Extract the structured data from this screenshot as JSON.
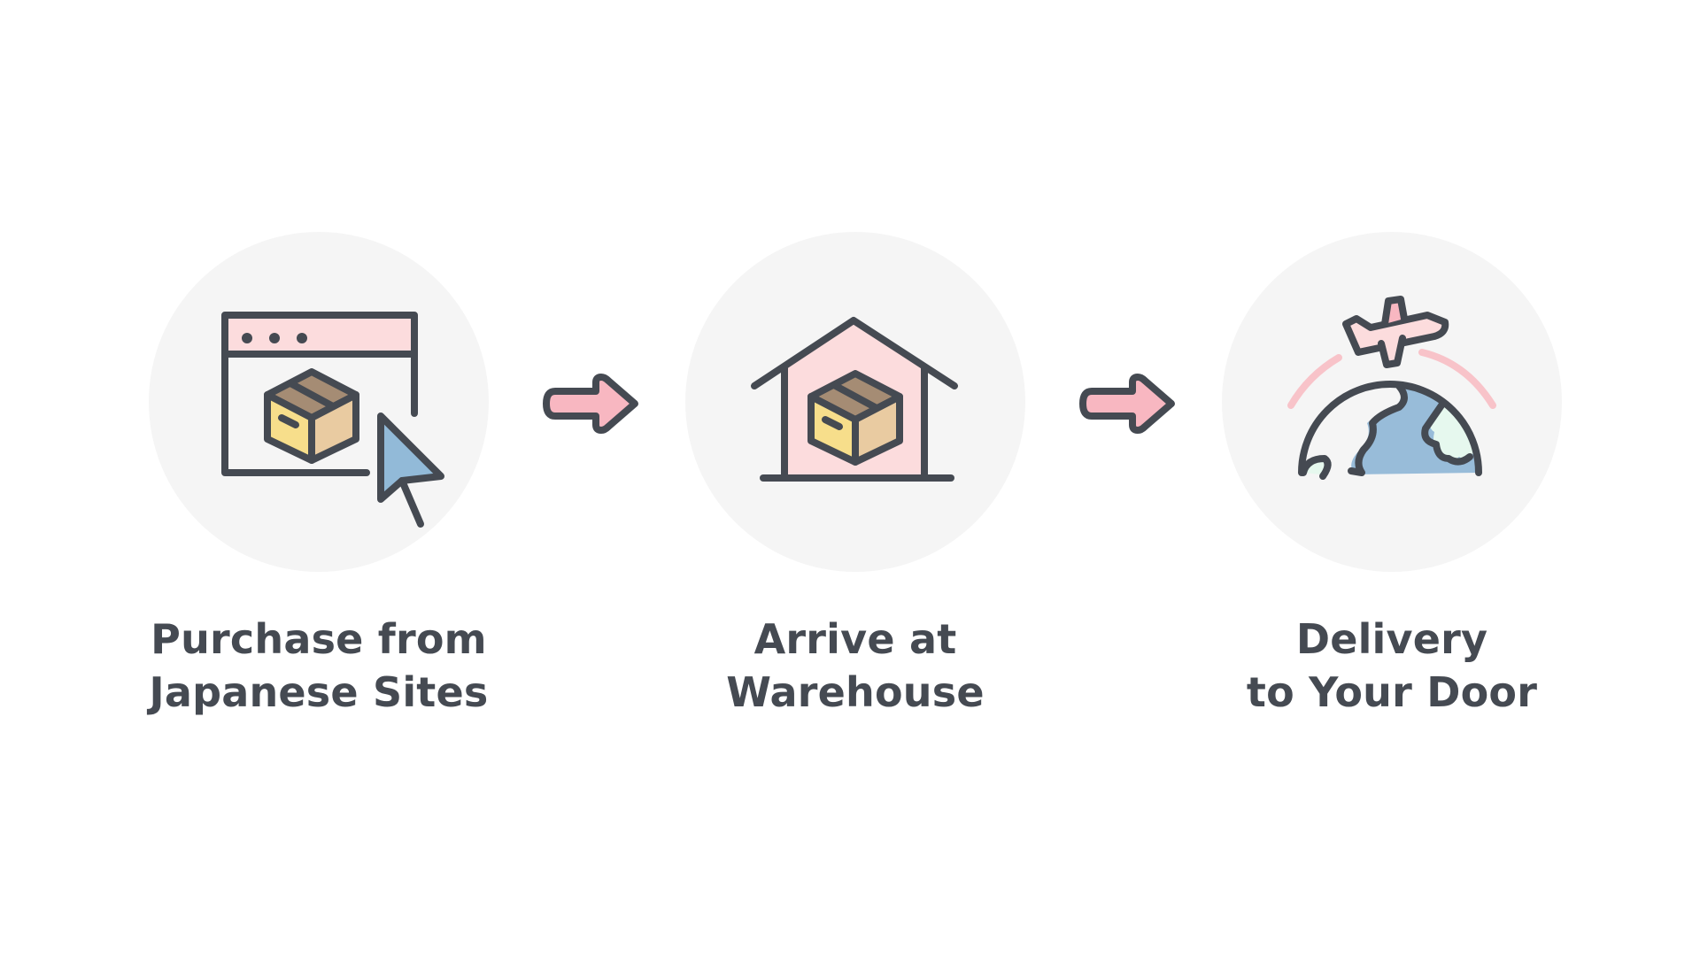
{
  "steps": [
    {
      "line1": "Purchase from",
      "line2": "Japanese Sites",
      "icon": "browser-package-icon"
    },
    {
      "line1": "Arrive at",
      "line2": "Warehouse",
      "icon": "warehouse-icon"
    },
    {
      "line1": "Delivery",
      "line2": "to Your Door",
      "icon": "globe-airplane-icon"
    }
  ],
  "colors": {
    "stroke": "#454a52",
    "circle": "#f5f5f5",
    "pink": "#fcdcdd",
    "arrow_pink": "#f8b7c1",
    "box_tan": "#e9cba1",
    "box_yellow": "#f7de8b",
    "box_top": "#a58c74",
    "cursor_blue": "#92bad8",
    "globe_blue": "#98bcd9",
    "land_green": "#e6f8ee",
    "arc_pink": "#f8c3c9"
  }
}
